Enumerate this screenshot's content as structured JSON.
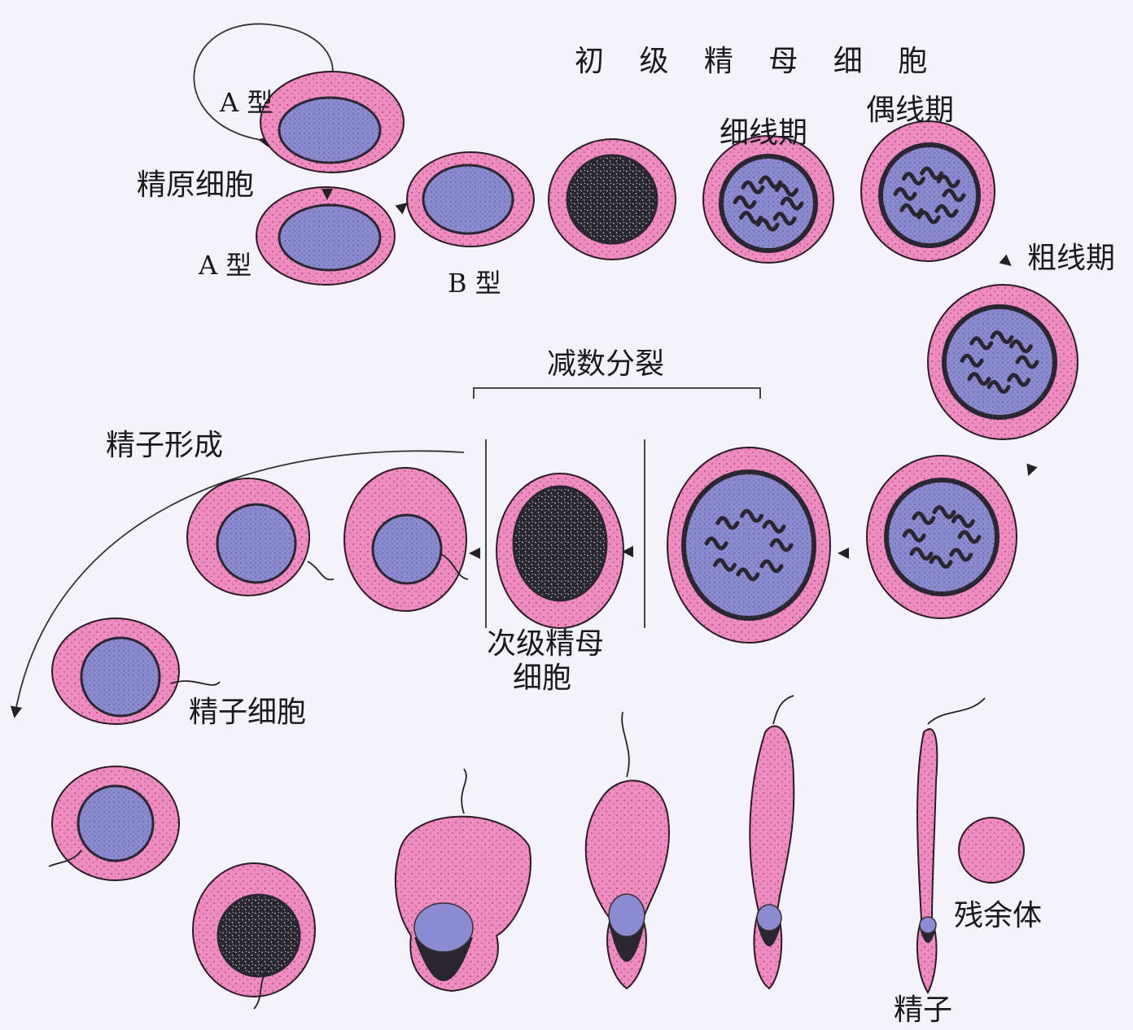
{
  "labels": {
    "primary_spermatocyte": "初 级 精 母 细 胞",
    "type_a_top": "A 型",
    "spermatogonium": "精原细胞",
    "type_a_bottom": "A 型",
    "type_b": "B 型",
    "leptotene": "细线期",
    "zygotene": "偶线期",
    "pachytene": "粗线期",
    "meiosis": "减数分裂",
    "spermiogenesis": "精子形成",
    "secondary_spermatocyte_line1": "次级精母",
    "secondary_spermatocyte_line2": "细胞",
    "spermatid": "精子细胞",
    "residual_body": "残余体",
    "sperm": "精子"
  },
  "colors": {
    "background": "#f4f3fa",
    "cytoplasm": "#ec8cc0",
    "nucleus": "#8c8ad0",
    "dark_chromatin": "#2a2630",
    "outline": "#2a1a24"
  }
}
